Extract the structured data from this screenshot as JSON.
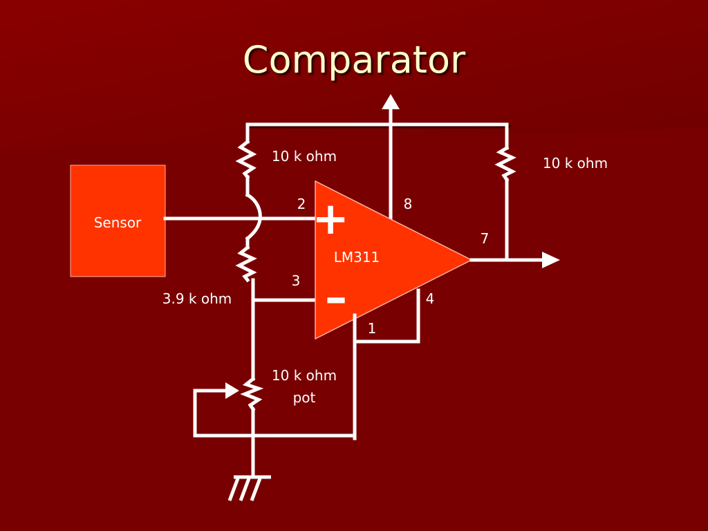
{
  "slide": {
    "title": "Comparator",
    "background_color": "#780000",
    "accent_color": "#FF3300"
  },
  "diagram": {
    "sensor_label": "Sensor",
    "chip_label": "LM311",
    "plus_sign": "+",
    "minus_sign": "–",
    "pins": {
      "pin2": "2",
      "pin3": "3",
      "pin8": "8",
      "pin7": "7",
      "pin4": "4",
      "pin1": "1"
    },
    "resistors": {
      "top_left": "10 k ohm",
      "right_pullup": "10 k ohm",
      "lower_left": "3.9 k ohm",
      "pot_line1": "10 k ohm",
      "pot_line2": "pot"
    },
    "icons": [
      "resistor-icon",
      "potentiometer-icon",
      "ground-icon",
      "arrow-icon",
      "op-amp-triangle"
    ]
  }
}
